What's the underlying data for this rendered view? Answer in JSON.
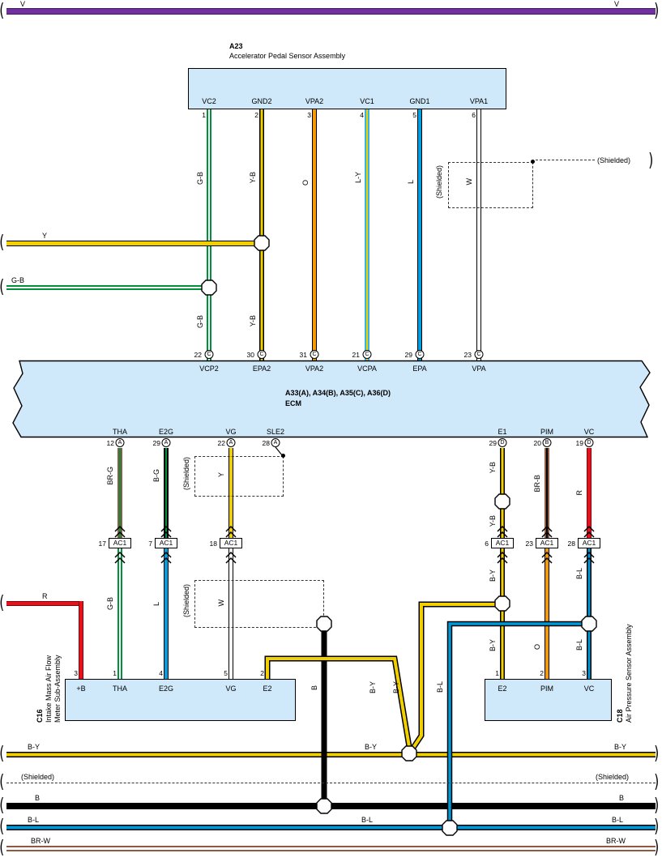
{
  "labels": {
    "v": "V",
    "y": "Y",
    "gb": "G-B",
    "yb": "Y-B",
    "o": "O",
    "ly": "L-Y",
    "l": "L",
    "w": "W",
    "r": "R",
    "brg": "BR-G",
    "bg": "B-G",
    "brb": "BR-B",
    "b": "B",
    "by": "B-Y",
    "bl": "B-L",
    "brw": "BR-W",
    "shielded": "(Shielded)"
  },
  "a23": {
    "id": "A23",
    "name": "Accelerator Pedal Sensor Assembly",
    "pins": [
      {
        "num": "1",
        "name": "VC2"
      },
      {
        "num": "2",
        "name": "GND2"
      },
      {
        "num": "3",
        "name": "VPA2"
      },
      {
        "num": "4",
        "name": "VC1"
      },
      {
        "num": "5",
        "name": "GND1"
      },
      {
        "num": "6",
        "name": "VPA1"
      }
    ]
  },
  "ecm": {
    "id": "A33(A), A34(B), A35(C), A36(D)",
    "name": "ECM",
    "top_pins": [
      {
        "num": "22",
        "conn": "C",
        "name": "VCP2"
      },
      {
        "num": "30",
        "conn": "C",
        "name": "EPA2"
      },
      {
        "num": "31",
        "conn": "C",
        "name": "VPA2"
      },
      {
        "num": "21",
        "conn": "C",
        "name": "VCPA"
      },
      {
        "num": "29",
        "conn": "C",
        "name": "EPA"
      },
      {
        "num": "23",
        "conn": "C",
        "name": "VPA"
      }
    ],
    "bottom_pins": [
      {
        "name": "THA",
        "num": "12",
        "conn": "A"
      },
      {
        "name": "E2G",
        "num": "29",
        "conn": "A"
      },
      {
        "name": "VG",
        "num": "22",
        "conn": "A"
      },
      {
        "name": "SLE2",
        "num": "28",
        "conn": "A"
      },
      {
        "name": "E1",
        "num": "29",
        "conn": "D"
      },
      {
        "name": "PIM",
        "num": "20",
        "conn": "B"
      },
      {
        "name": "VC",
        "num": "19",
        "conn": "D"
      }
    ]
  },
  "ac1": {
    "items": [
      {
        "num": "17",
        "label": "AC1"
      },
      {
        "num": "7",
        "label": "AC1"
      },
      {
        "num": "18",
        "label": "AC1"
      },
      {
        "num": "6",
        "label": "AC1"
      },
      {
        "num": "23",
        "label": "AC1"
      },
      {
        "num": "28",
        "label": "AC1"
      }
    ]
  },
  "c16": {
    "id": "C16",
    "name_line1": "Intake Mass Air Flow",
    "name_line2": "Meter Sub-Assembly",
    "pins": [
      {
        "num": "3",
        "name": "+B"
      },
      {
        "num": "1",
        "name": "THA"
      },
      {
        "num": "4",
        "name": "E2G"
      },
      {
        "num": "5",
        "name": "VG"
      },
      {
        "num": "2",
        "name": "E2"
      }
    ]
  },
  "c18": {
    "id": "C18",
    "name": "Air Pressure Sensor Assembly",
    "pins": [
      {
        "num": "1",
        "name": "E2"
      },
      {
        "num": "2",
        "name": "PIM"
      },
      {
        "num": "3",
        "name": "VC"
      }
    ]
  }
}
